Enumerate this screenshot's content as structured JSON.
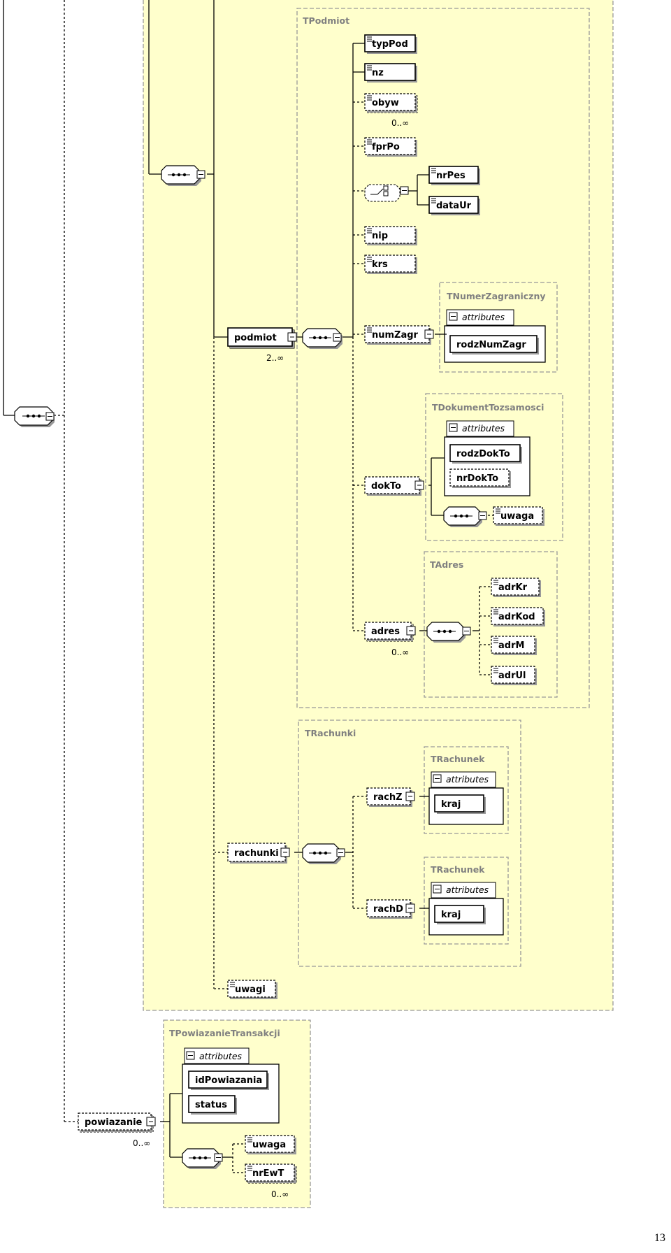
{
  "page_number": "13",
  "types": {
    "tpodmiot": "TPodmiot",
    "tnumer": "TNumerZagraniczny",
    "tdok": "TDokumentTozsamosci",
    "tadres": "TAdres",
    "trachunki": "TRachunki",
    "trachunek_z": "TRachunek",
    "trachunek_d": "TRachunek",
    "tpowiazanie": "TPowiazanieTransakcji"
  },
  "attributes_label": "attributes",
  "elements": {
    "podmiot": "podmiot",
    "typPod": "typPod",
    "nz": "nz",
    "obyw": "obyw",
    "fprPo": "fprPo",
    "nrPes": "nrPes",
    "dataUr": "dataUr",
    "nip": "nip",
    "krs": "krs",
    "numZagr": "numZagr",
    "rodzNumZagr": "rodzNumZagr",
    "dokTo": "dokTo",
    "rodzDokTo": "rodzDokTo",
    "nrDokTo": "nrDokTo",
    "uwaga_dok": "uwaga",
    "adres": "adres",
    "adrKr": "adrKr",
    "adrKod": "adrKod",
    "adrM": "adrM",
    "adrUl": "adrUl",
    "rachunki": "rachunki",
    "rachZ": "rachZ",
    "kraj_z": "kraj",
    "rachD": "rachD",
    "kraj_d": "kraj",
    "uwagi": "uwagi",
    "powiazanie": "powiazanie",
    "idPowiazania": "idPowiazania",
    "status": "status",
    "uwaga_pow": "uwaga",
    "nrEwT": "nrEwT"
  },
  "cardinality": {
    "podmiot": "2..∞",
    "obyw": "0..∞",
    "adres": "0..∞",
    "powiazanie": "0..∞",
    "nrEwT": "0..∞"
  },
  "colors": {
    "type_fill": "#ffffcc",
    "type_border": "#999999",
    "element_fill": "#ffffff",
    "line": "#000000"
  }
}
